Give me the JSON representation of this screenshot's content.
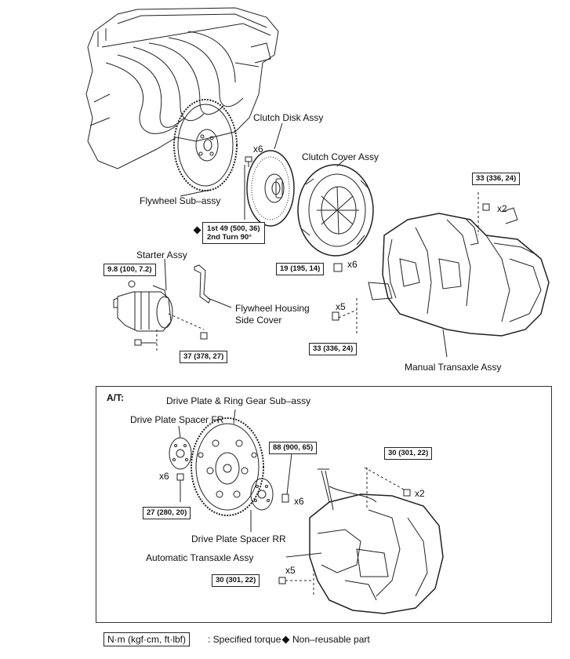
{
  "labels": {
    "clutch_disk": "Clutch Disk Assy",
    "clutch_cover": "Clutch Cover Assy",
    "flywheel": "Flywheel Sub–assy",
    "starter": "Starter Assy",
    "housing_cover_1": "Flywheel Housing",
    "housing_cover_2": "Side Cover",
    "manual_transaxle": "Manual Transaxle Assy",
    "drive_plate": "Drive Plate & Ring Gear Sub–assy",
    "spacer_fr": "Drive Plate Spacer FR",
    "spacer_rr": "Drive Plate Spacer RR",
    "auto_transaxle": "Automatic Transaxle Assy"
  },
  "section_title": "A/T:",
  "torques": {
    "t_33_top": "33 (336, 24)",
    "t_flywheel_line1": "1st 49 (500, 36)",
    "t_flywheel_line2": "2nd Turn 90°",
    "t_19": "19 (195, 14)",
    "t_98": "9.8 (100, 7.2)",
    "t_37": "37 (378, 27)",
    "t_33_bottom": "33 (336, 24)",
    "t_88": "88 (900, 65)",
    "t_30_top": "30 (301, 22)",
    "t_27": "27 (280, 20)",
    "t_30_bottom": "30 (301, 22)"
  },
  "multipliers": {
    "m_x6_flywheel": "x6",
    "m_x2_top": "x2",
    "m_x6_cover": "x6",
    "m_x5_mt": "x5",
    "m_x6_spacer": "x6",
    "m_x6_plate": "x6",
    "m_x2_at": "x2",
    "m_x5_at": "x5"
  },
  "legend": {
    "unit_box": "N·m (kgf·cm, ft·lbf)",
    "unit_text": ": Specified torque",
    "non_reusable": "Non–reusable part"
  },
  "icons": [
    "diamond-icon"
  ]
}
